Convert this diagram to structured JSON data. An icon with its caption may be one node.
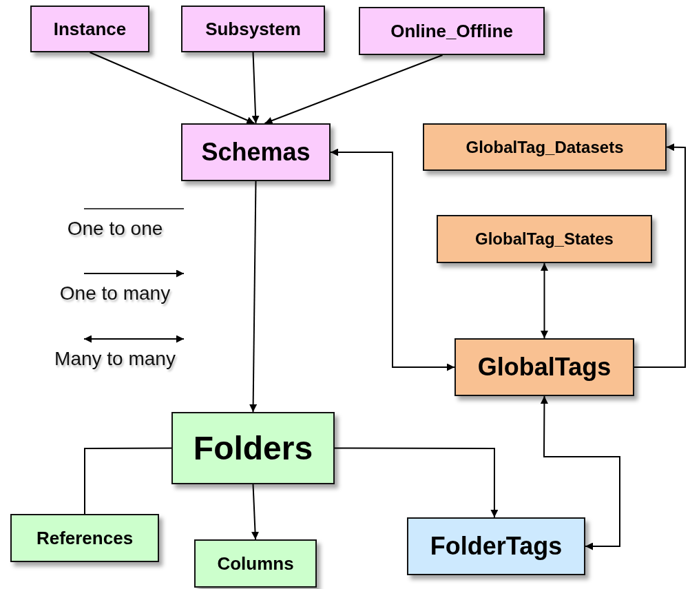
{
  "diagram": {
    "nodes": [
      {
        "text": [
          "Instance"
        ]
      },
      {
        "text": [
          "Subsystem"
        ]
      },
      {
        "text": [
          "Online_Offline"
        ]
      },
      {
        "text": [
          "Schemas"
        ]
      },
      {
        "text": [
          "GlobalTag_Datasets"
        ]
      },
      {
        "text": [
          "GlobalTag_States"
        ]
      },
      {
        "text": [
          "GlobalTags"
        ]
      },
      {
        "text": [
          "Folders"
        ]
      },
      {
        "text": [
          "References"
        ]
      },
      {
        "text": [
          "Columns"
        ]
      },
      {
        "text": [
          "FolderTags"
        ]
      }
    ],
    "edges": [
      {
        "from": 0,
        "to": 3,
        "arrow": "to"
      },
      {
        "from": 1,
        "to": 3,
        "arrow": "to"
      },
      {
        "from": 2,
        "to": 3,
        "arrow": "to"
      },
      {
        "from": 3,
        "to": 7,
        "arrow": "to"
      },
      {
        "from": 6,
        "to": 3,
        "arrow": "both"
      },
      {
        "from": 5,
        "to": 6,
        "arrow": "both"
      },
      {
        "from": 6,
        "to": 4,
        "arrow": "to"
      },
      {
        "from": 7,
        "to": 8,
        "arrow": "none"
      },
      {
        "from": 7,
        "to": 9,
        "arrow": "to"
      },
      {
        "from": 7,
        "to": 10,
        "arrow": "to"
      },
      {
        "from": 6,
        "to": 10,
        "arrow": "both"
      }
    ],
    "legend": [
      {
        "text": "One to one"
      },
      {
        "text": "One to many"
      },
      {
        "text": "Many to many"
      }
    ]
  }
}
